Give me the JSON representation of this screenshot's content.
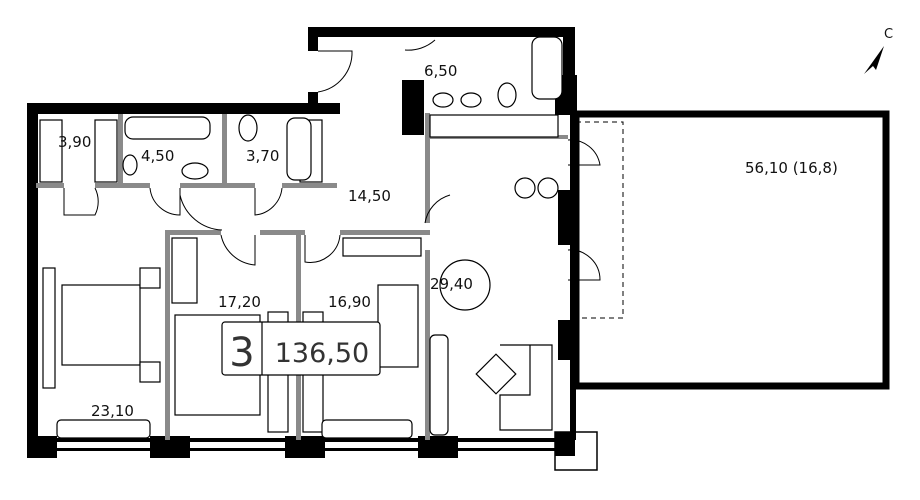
{
  "apartment": {
    "rooms_count": "3",
    "total_area": "136,50"
  },
  "compass": {
    "north_label": "С"
  },
  "rooms": {
    "wardrobe": "3,90",
    "bathroom_1": "4,50",
    "bathroom_2": "3,70",
    "hall": "14,50",
    "laundry": "6,50",
    "terrace": "56,10 (16,8)",
    "living_kitchen": "29,40",
    "bedroom_2": "17,20",
    "bedroom_3": "16,90",
    "master_bedroom": "23,10"
  },
  "colors": {
    "wall": "#000000",
    "partition": "#8a8a8a"
  }
}
